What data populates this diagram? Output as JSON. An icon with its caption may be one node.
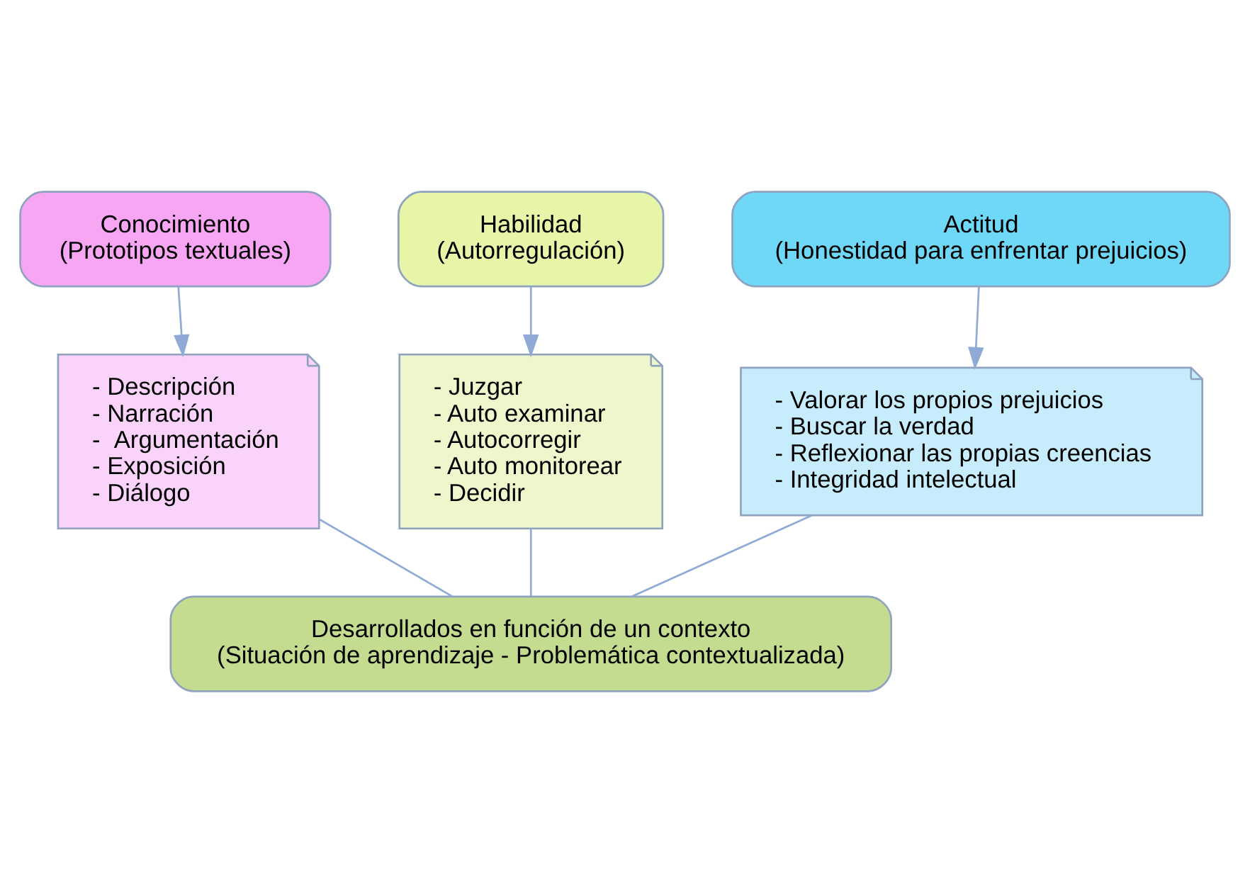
{
  "diagram": {
    "nodes": [
      {
        "text": [
          "Conocimiento",
          "(Prototipos textuales)"
        ]
      },
      {
        "text": [
          "Habilidad",
          "(Autorregulación)"
        ]
      },
      {
        "text": [
          "Actitud",
          "(Honestidad para enfrentar prejuicios)"
        ]
      },
      {
        "text": [
          "- Descripción",
          "- Narración",
          "-  Argumentación",
          "- Exposición",
          "- Diálogo"
        ]
      },
      {
        "text": [
          "- Juzgar",
          "- Auto examinar",
          "- Autocorregir",
          "- Auto monitorear",
          "- Decidir"
        ]
      },
      {
        "text": [
          "- Valorar los propios prejuicios",
          "- Buscar la verdad",
          "- Reflexionar las propias creencias",
          "- Integridad intelectual"
        ]
      },
      {
        "text": [
          "Desarrollados en función de un contexto",
          "(Situación de aprendizaje - Problemática contextualizada)"
        ]
      }
    ],
    "edges": [
      {
        "from": 0,
        "to": 3,
        "arrow": "to"
      },
      {
        "from": 1,
        "to": 4,
        "arrow": "to"
      },
      {
        "from": 2,
        "to": 5,
        "arrow": "to"
      },
      {
        "from": 3,
        "to": 6,
        "arrow": "none"
      },
      {
        "from": 4,
        "to": 6,
        "arrow": "none"
      },
      {
        "from": 5,
        "to": 6,
        "arrow": "none"
      }
    ]
  }
}
